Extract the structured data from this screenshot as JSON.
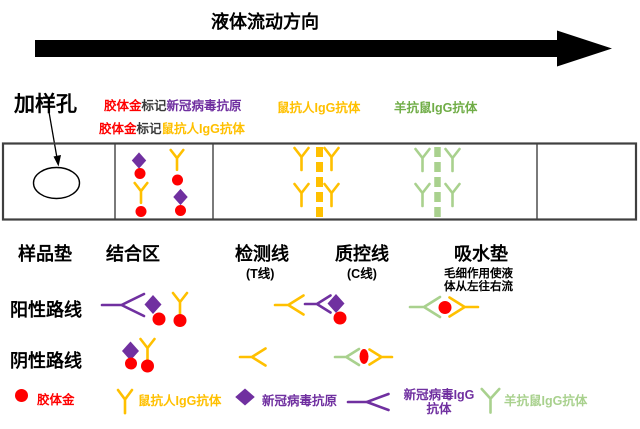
{
  "header": {
    "flow_direction_title": "液体流动方向"
  },
  "labels": {
    "sample_port": "加样孔",
    "conjugate_line1": {
      "gold": "胶体金",
      "marker": "标记",
      "target": "新冠病毒抗原"
    },
    "conjugate_line2": {
      "gold": "胶体金",
      "marker": "标记",
      "target": "鼠抗人IgG抗体"
    },
    "test_line_reagent": "鼠抗人IgG抗体",
    "control_line_reagent": "羊抗鼠IgG抗体"
  },
  "strip": {
    "sample_pad": "样品垫",
    "conjugate_zone": "结合区",
    "test_line": "检测线",
    "test_line_sub": "(T线)",
    "control_line": "质控线",
    "control_line_sub": "(C线)",
    "absorbent_pad": "吸水垫",
    "absorbent_note_line1": "毛细作用使液",
    "absorbent_note_line2": "体从左往右流"
  },
  "routes": {
    "positive": "阳性路线",
    "negative": "阴性路线"
  },
  "legend": {
    "colloidal_gold": "胶体金",
    "mouse_anti_human_igg": "鼠抗人IgG抗体",
    "covid_antigen": "新冠病毒抗原",
    "covid_igg_line1": "新冠病毒IgG",
    "covid_igg_line2": "抗体",
    "goat_anti_mouse_igg": "羊抗鼠IgG抗体"
  },
  "colors": {
    "gold_yellow": "#FFC000",
    "purple": "#7030A0",
    "red": "#FF0000",
    "light_green": "#A9D18E",
    "dark_green": "#70AD47"
  }
}
